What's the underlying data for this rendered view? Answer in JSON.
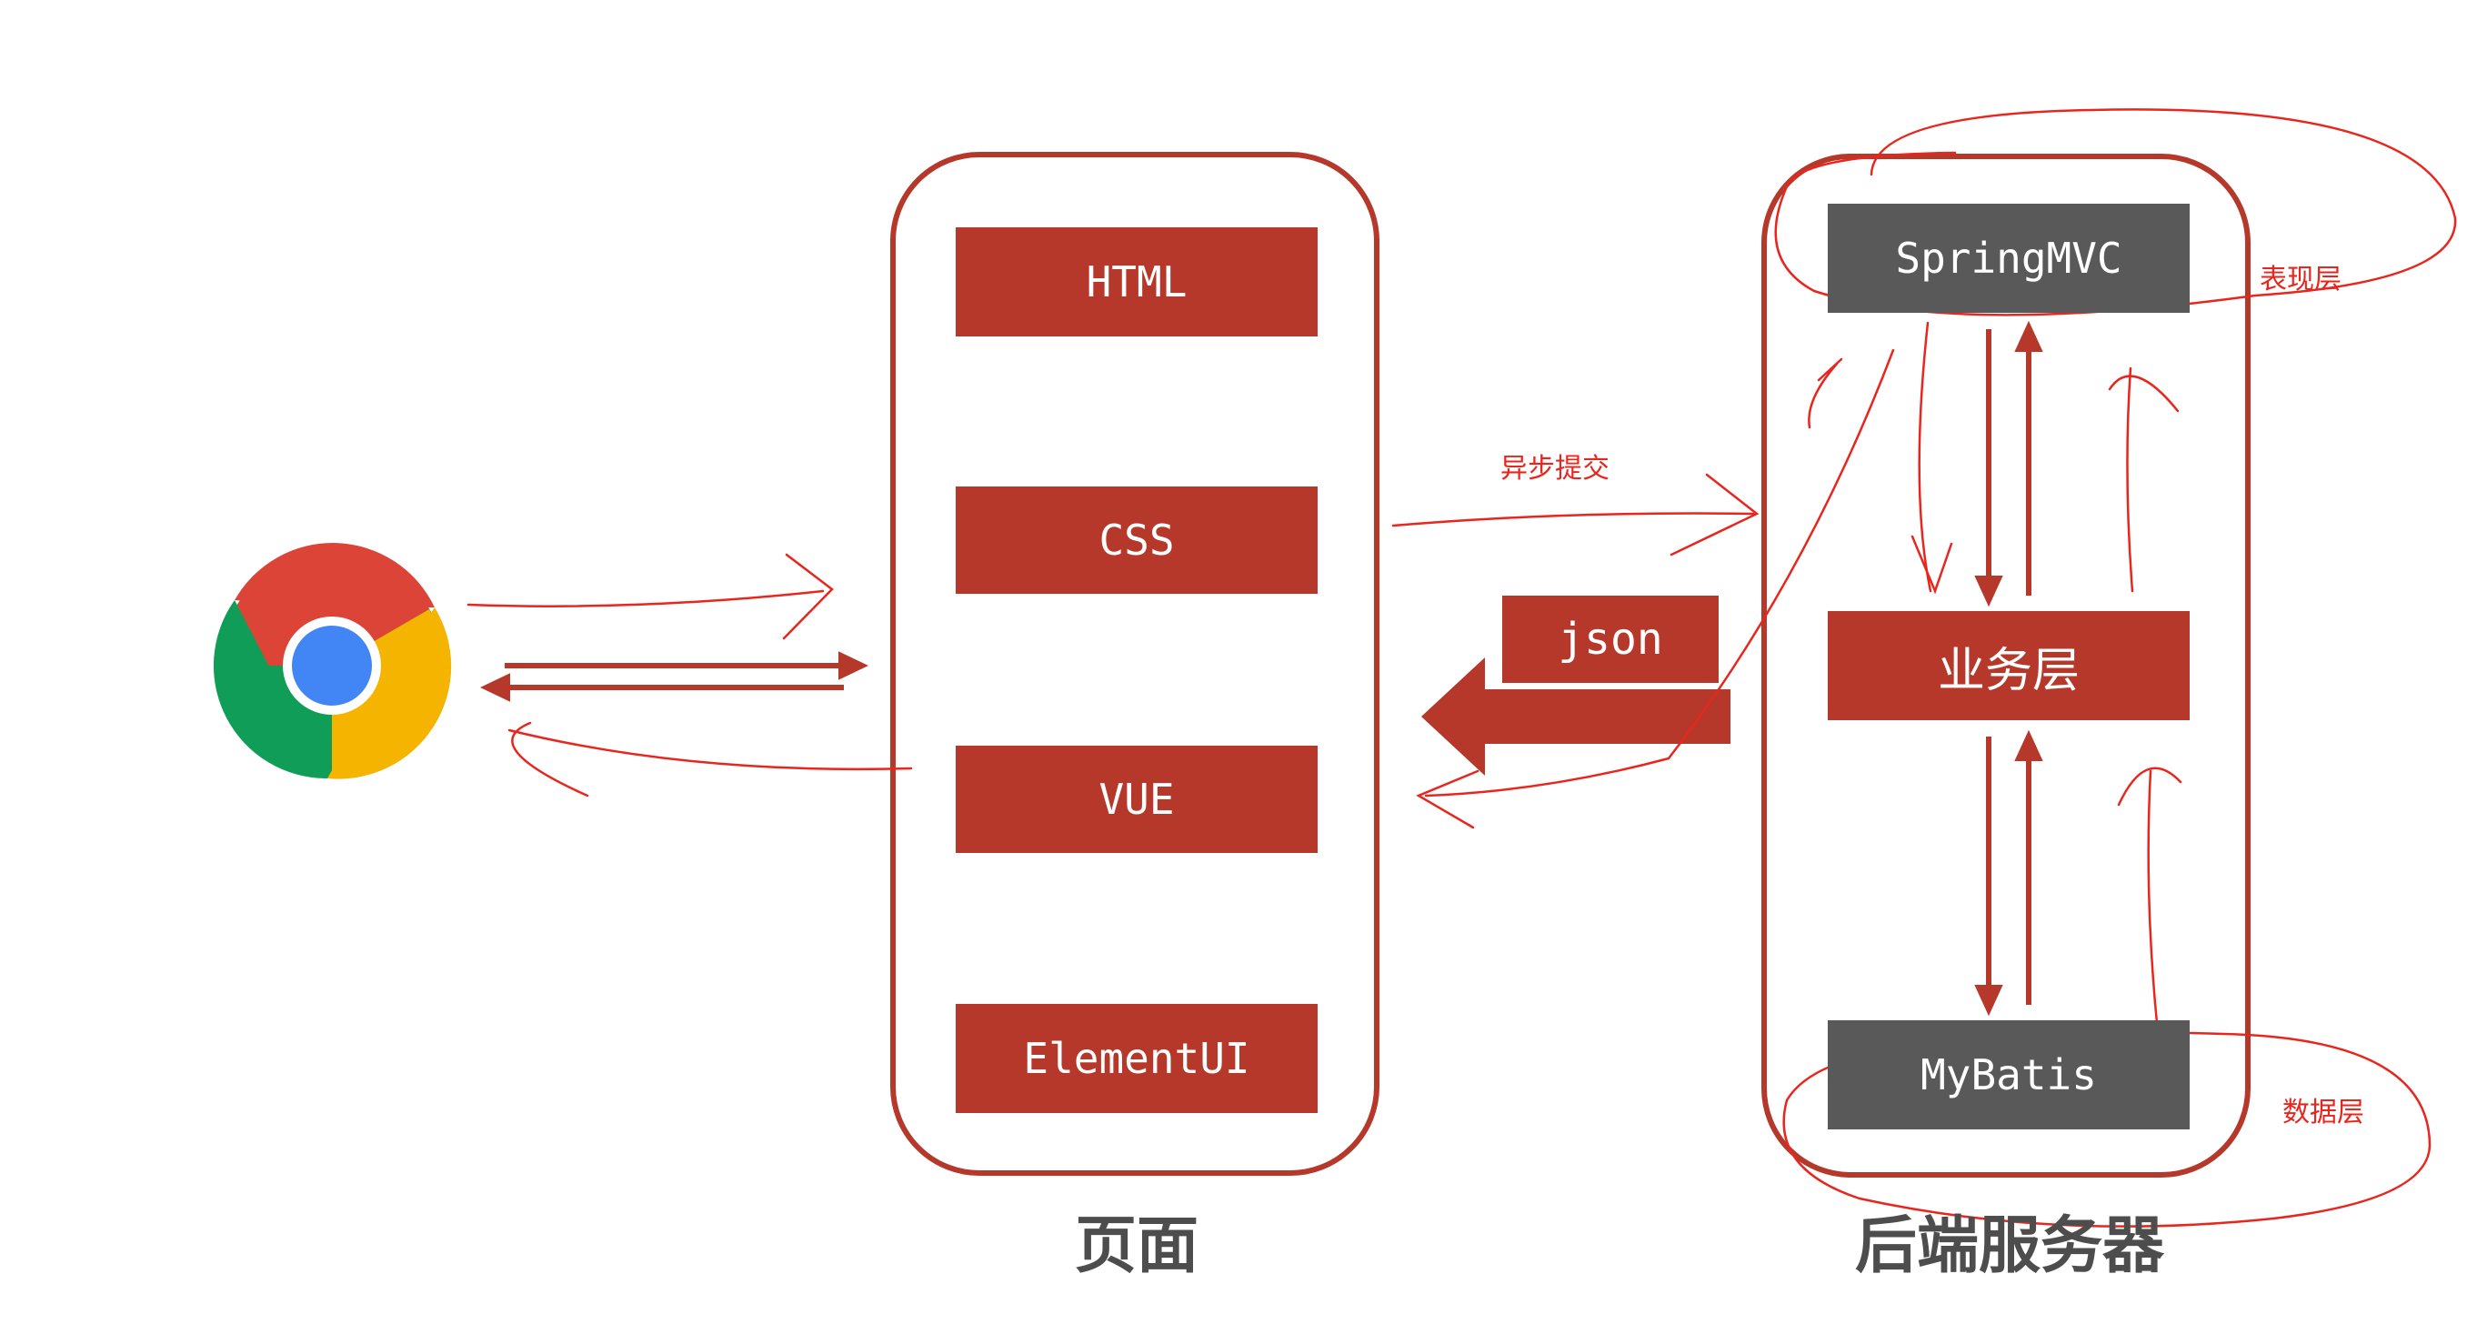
{
  "page_column": {
    "layers": [
      {
        "label": "HTML"
      },
      {
        "label": "CSS"
      },
      {
        "label": "VUE"
      },
      {
        "label": "ElementUI"
      }
    ],
    "caption": "页面"
  },
  "server_column": {
    "layers": [
      {
        "label": "SpringMVC"
      },
      {
        "label": "业务层"
      },
      {
        "label": "MyBatis"
      }
    ],
    "caption": "后端服务器"
  },
  "response_arrow": {
    "label": "json"
  },
  "annotations": {
    "async_submit": "异步提交",
    "presentation_layer": "表现层",
    "data_layer": "数据层"
  },
  "browser": {
    "icon": "chrome-icon"
  },
  "colors": {
    "box_red": "#b5382a",
    "box_gray": "#595959",
    "annotation_red": "#e8261e"
  }
}
